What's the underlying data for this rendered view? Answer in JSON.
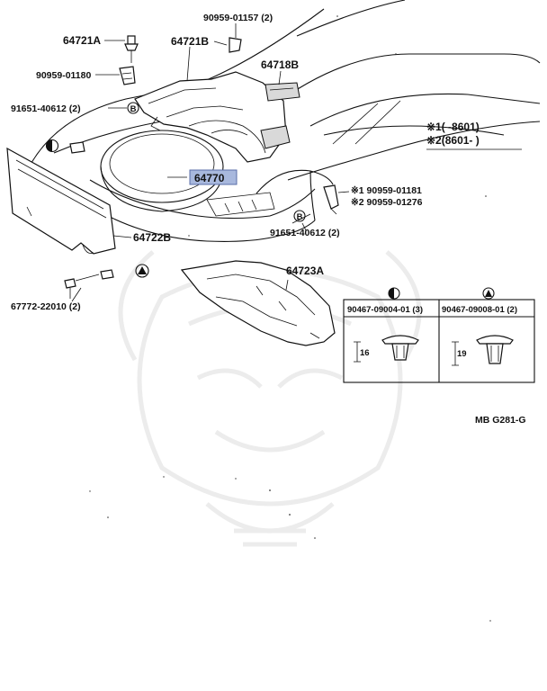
{
  "diagram": {
    "part_labels": {
      "p_64721a": "64721A",
      "p_64721b": "64721B",
      "p_64718b": "64718B",
      "p_64770": "64770",
      "p_64722b": "64722B",
      "p_64723a": "64723A",
      "p_90959_01157": "90959-01157 (2)",
      "p_90959_01180": "90959-01180",
      "p_91651_40612_a": "91651-40612 (2)",
      "p_91651_40612_b": "91651-40612 (2)",
      "p_67772_22010": "67772-22010 (2)",
      "p_90959_01181": "※1 90959-01181",
      "p_90959_01276": "※2 90959-01276"
    },
    "legend": {
      "line1": "※1(      -8601)",
      "line2": "※2(8601-      )"
    },
    "detail": {
      "left_part": "90467-09004-01 (3)",
      "right_part": "90467-09008-01 (2)",
      "left_dim": "16",
      "right_dim": "19"
    },
    "marker_b": "B",
    "diagram_code": "MB  G281-G",
    "highlight_color": "#a8b8dd"
  }
}
